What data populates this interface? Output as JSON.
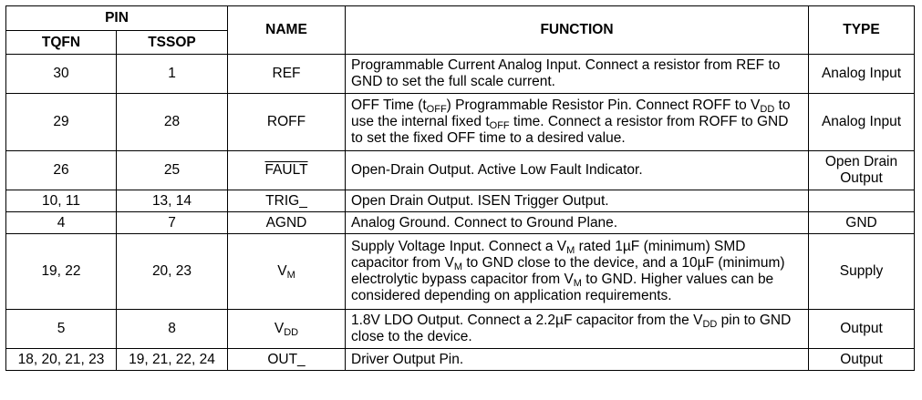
{
  "headers": {
    "pin": "PIN",
    "tqfn": "TQFN",
    "tssop": "TSSOP",
    "name": "NAME",
    "function": "FUNCTION",
    "type": "TYPE"
  },
  "rows": [
    {
      "tqfn": "30",
      "tssop": "1",
      "name": "REF",
      "function": "Programmable Current Analog Input. Connect a resistor from REF to GND to set the full scale current.",
      "type": "Analog Input"
    },
    {
      "tqfn": "29",
      "tssop": "28",
      "name": "ROFF",
      "function_parts": [
        "OFF Time (t",
        "OFF",
        ") Programmable Resistor Pin. Connect ROFF to V",
        "DD",
        " to use the internal fixed t",
        "OFF",
        " time. Connect a resistor from ROFF to GND to set the fixed OFF time to a desired value."
      ],
      "type": "Analog Input"
    },
    {
      "tqfn": "26",
      "tssop": "25",
      "name": "FAULT",
      "function": "Open-Drain Output. Active Low Fault Indicator.",
      "type_line1": "Open Drain",
      "type_line2": "Output"
    },
    {
      "tqfn": "10, 11",
      "tssop": "13, 14",
      "name": "TRIG_",
      "function": "Open Drain Output. ISEN Trigger Output.",
      "type": ""
    },
    {
      "tqfn": "4",
      "tssop": "7",
      "name": "AGND",
      "function": "Analog Ground. Connect to Ground Plane.",
      "type": "GND"
    },
    {
      "tqfn": "19, 22",
      "tssop": "20, 23",
      "name_main": "V",
      "name_sub": "M",
      "function_parts": [
        "Supply Voltage Input. Connect a V",
        "M",
        " rated 1µF (minimum) SMD capacitor from V",
        "M",
        " to GND close to the device, and a 10µF (minimum) electrolytic bypass capacitor from V",
        "M",
        " to GND. Higher values can be considered depending on application requirements."
      ],
      "type": "Supply"
    },
    {
      "tqfn": "5",
      "tssop": "8",
      "name_main": "V",
      "name_sub": "DD",
      "function_parts": [
        "1.8V LDO Output. Connect a 2.2µF capacitor from the V",
        "DD",
        " pin to GND close to the device."
      ],
      "type": "Output"
    },
    {
      "tqfn": "18, 20, 21, 23",
      "tssop": "19, 21, 22, 24",
      "name": "OUT_",
      "function": "Driver Output Pin.",
      "type": "Output"
    }
  ]
}
